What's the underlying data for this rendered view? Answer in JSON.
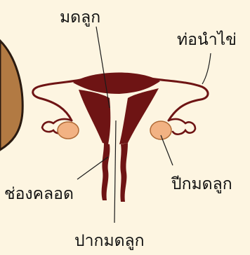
{
  "labels": {
    "uterus": "มดลูก",
    "fallopian_tube": "ท่อนำไข่",
    "ovary": "ปีกมดลูก",
    "vagina": "ช่องคลอด",
    "cervix": "ปากมดลูก"
  },
  "colors": {
    "background": "#fdf5e1",
    "uterus_tissue": "#6e1414",
    "tube_outline": "#6e1414",
    "ovary_fill": "#f2b283",
    "ovary_outline": "#b06a36",
    "side_object": "#b27a43",
    "side_object_outline": "#2a1a10",
    "leader_lines": "#1a1a1a"
  }
}
